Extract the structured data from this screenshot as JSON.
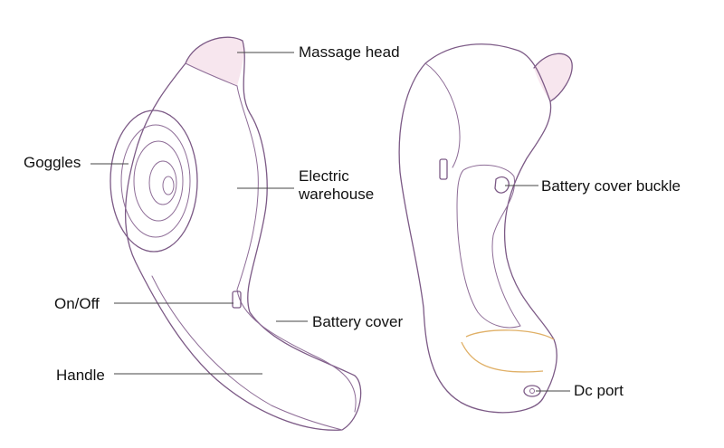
{
  "labels": {
    "massage_head": "Massage head",
    "goggles": "Goggles",
    "electric_warehouse_line1": "Electric",
    "electric_warehouse_line2": "warehouse",
    "on_off": "On/Off",
    "battery_cover": "Battery cover",
    "handle": "Handle",
    "battery_cover_buckle": "Battery cover buckle",
    "dc_port": "Dc port"
  },
  "colors": {
    "outline": "#7c5a86",
    "accent_fill": "#f7e6ee",
    "gold_trim": "#e0b067",
    "text": "#111111"
  }
}
